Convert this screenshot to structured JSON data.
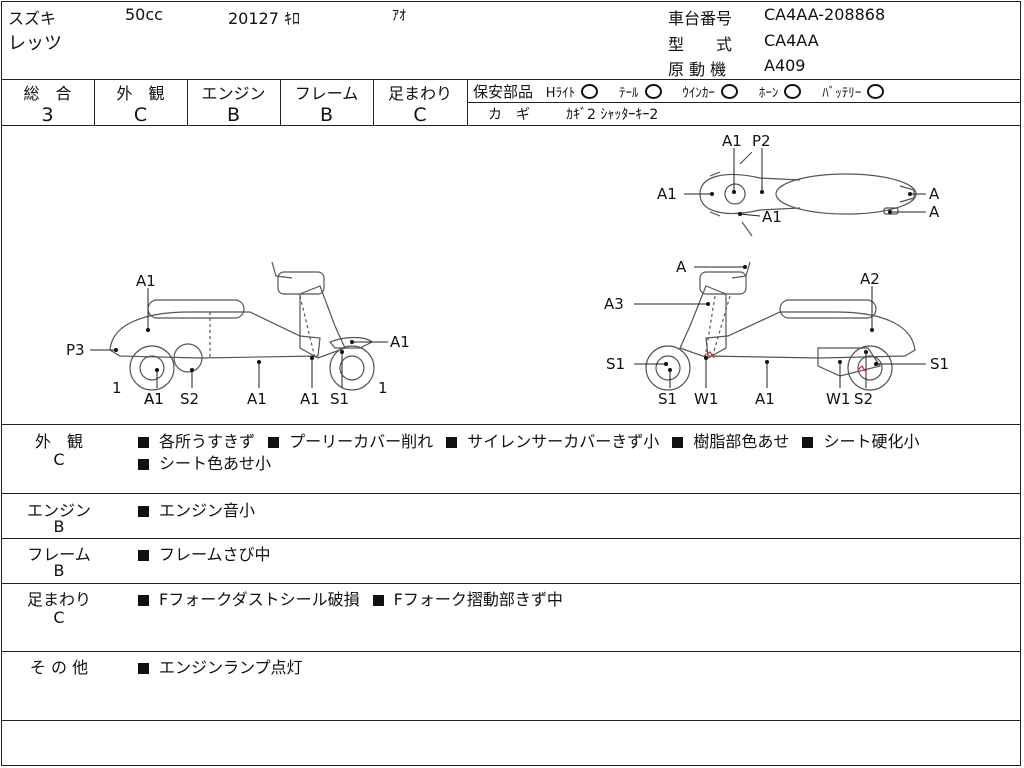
{
  "header": {
    "maker": "スズキ",
    "cc": "50cc",
    "mileage": "20127 ｷﾛ",
    "color": "ｱｵ",
    "model_name": "レッツ",
    "frame_no_label": "車台番号",
    "frame_no": "CA4AA-208868",
    "type_label": "型　　式",
    "type_value": "CA4AA",
    "engine_label": "原 動 機",
    "engine_value": "A409"
  },
  "grades": [
    {
      "label": "総　合",
      "value": "3"
    },
    {
      "label": "外　観",
      "value": "C"
    },
    {
      "label": "エンジン",
      "value": "B"
    },
    {
      "label": "フレーム",
      "value": "B"
    },
    {
      "label": "足まわり",
      "value": "C"
    }
  ],
  "safety": {
    "title": "保安部品",
    "items": [
      {
        "label": "Hﾗｲﾄ"
      },
      {
        "label": "ﾃｰﾙ"
      },
      {
        "label": "ｳｲﾝｶｰ"
      },
      {
        "label": "ﾎｰﾝ"
      },
      {
        "label": "ﾊﾞｯﾃﾘｰ"
      }
    ],
    "keys_label": "カ　ギ",
    "keys_value": "ｶｷﾞ2 ｼｬｯﾀｰｷｰ2"
  },
  "diagram": {
    "left": {
      "labels": [
        "A1",
        "P3",
        "A1",
        "1",
        "A1",
        "S2",
        "A1",
        "A1",
        "S1",
        "1"
      ]
    },
    "top": {
      "labels": [
        "A1",
        "P2",
        "A1",
        "A1",
        "A",
        "A"
      ]
    },
    "right": {
      "labels": [
        "A",
        "A3",
        "A2",
        "S1",
        "S1",
        "S1",
        "W1",
        "A1",
        "W1",
        "S2"
      ]
    }
  },
  "sections": [
    {
      "title": "外　観",
      "grade": "C",
      "notes": [
        "各所うすきず",
        "プーリーカバー削れ",
        "サイレンサーカバーきず小",
        "樹脂部色あせ",
        "シート硬化小",
        "シート色あせ小"
      ]
    },
    {
      "title": "エンジン",
      "grade": "B",
      "notes": [
        "エンジン音小"
      ]
    },
    {
      "title": "フレーム",
      "grade": "B",
      "notes": [
        "フレームさび中"
      ]
    },
    {
      "title": "足まわり",
      "grade": "C",
      "notes": [
        "Fフォークダストシール破損",
        "Fフォーク摺動部きず中"
      ]
    },
    {
      "title": "そ の 他",
      "grade": "",
      "notes": [
        "エンジンランプ点灯"
      ]
    }
  ]
}
